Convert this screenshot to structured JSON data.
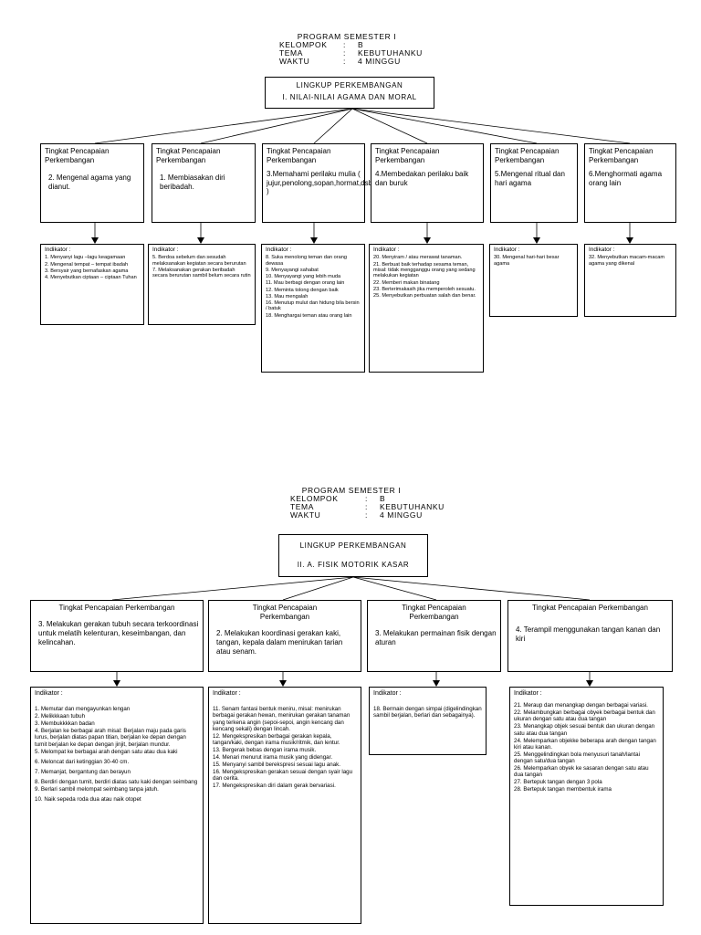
{
  "block1": {
    "header": {
      "title": "PROGRAM SEMESTER I",
      "rows": [
        {
          "label": "KELOMPOK",
          "sep": ":",
          "value": "B"
        },
        {
          "label": "TEMA",
          "sep": ":",
          "value": "KEBUTUHANKU"
        },
        {
          "label": "WAKTU",
          "sep": ":",
          "value": "4 MINGGU"
        }
      ]
    },
    "root": {
      "line1": "LINGKUP PERKEMBANGAN",
      "line2": "I.  NILAI-NILAI AGAMA DAN MORAL"
    },
    "columns": [
      {
        "heading": "Tingkat Pencapaian Perkembangan",
        "text": "2. Mengenal agama yang dianut.",
        "ind_label": "Indikator :",
        "items": [
          "1. Menyanyi lagu –lagu keagamaan",
          "2. Mengenal tempat – tempat ibadah",
          "3. Bersyair yang bernafaskan agama",
          "4. Menyebutkan ciptaan – ciptaan Tuhan"
        ]
      },
      {
        "heading": "Tingkat Pencapaian Perkembangan",
        "text": "1. Membiasakan diri beribadah.",
        "ind_label": "Indikator :",
        "items": [
          "5. Berdoa sebelum dan sesudah melaksanakan kegiatan secara berurutan",
          "7. Melaksanakan gerakan beribadah secara berurutan sambil belum secara rutin"
        ]
      },
      {
        "heading": "Tingkat Pencapaian Perkembangan",
        "text": "3.Memahami perilaku mulia ( jujur,penolong,sopan,hormat,dsb )",
        "ind_label": "Indikator :",
        "items": [
          "8. Suka menolong teman dan orang dewasa",
          "9. Menyayangi sahabat",
          "10. Menyayangi yang lebih muda",
          "11. Mau berbagi dengan orang lain",
          "12. Meminta tolong dengan baik",
          "13. Mau mengalah",
          "16. Menutup mulut dan hidung bila bersin / batuk",
          "18. Menghargai teman atau orang lain"
        ]
      },
      {
        "heading": "Tingkat Pencapaian Perkembangan",
        "text": "4.Membedakan perilaku baik dan buruk",
        "ind_label": "Indikator :",
        "items": [
          "20. Menyiram / atau merawat tanaman.",
          "21. Berbuat baik terhadap sesama teman, misal: tidak mengganggu orang yang sedang melakukan kegiatan",
          "22. Memberi makan binatang",
          "23. Berterimakasih jika memperoleh sesuatu.",
          "25. Menyebutkan perbuatan salah dan benar."
        ]
      },
      {
        "heading": "Tingkat Pencapaian Perkembangan",
        "text": "5.Mengenal ritual dan hari agama",
        "ind_label": "Indikator :",
        "items": [
          "30. Mengenal hari-hari besar agama"
        ]
      },
      {
        "heading": "Tingkat Pencapaian Perkembangan",
        "text": "6.Menghormati agama orang lain",
        "ind_label": "Indikator :",
        "items": [
          "32. Menyebutkan macam-macam agama yang dikenal"
        ]
      }
    ]
  },
  "block2": {
    "header": {
      "title": "PROGRAM SEMESTER I",
      "rows": [
        {
          "label": "KELOMPOK",
          "sep": ":",
          "value": "B"
        },
        {
          "label": "TEMA",
          "sep": ":",
          "value": "KEBUTUHANKU"
        },
        {
          "label": "WAKTU",
          "sep": ":",
          "value": "4 MINGGU"
        }
      ]
    },
    "root": {
      "line1": "LINGKUP PERKEMBANGAN",
      "line2": "II. A. FISIK MOTORIK KASAR"
    },
    "columns": [
      {
        "heading": "Tingkat Pencapaian Perkembangan",
        "text": "3. Melakukan gerakan tubuh secara terkoordinasi untuk melatih kelenturan, keseimbangan, dan kelincahan.",
        "ind_label": "Indikator :",
        "items": [
          "1. Memutar dan mengayunkan lengan",
          "2. Melikkkaan tubuh",
          "3. Membukkkkan badan",
          "4. Berjalan ke berbagai arah misal: Berjalan maju pada garis lurus, berjalan diatas papan titian, berjalan ke depan dengan tumit berjalan ke depan dengan jinjit, berjalan mundur.",
          "5. Melompat ke berbagai arah dengan satu atau dua kaki",
          "6. Meloncat dari ketinggian 30-40 cm.",
          "7. Memanjat, bergantung dan berayun",
          "8. Berdiri dengan tumit, berdiri diatas satu kaki dengan seimbang",
          "9. Berlari sambil melompat seimbang tanpa jatuh.",
          "10. Naik sepeda roda dua atau naik otopet"
        ]
      },
      {
        "heading": "Tingkat Pencapaian Perkembangan",
        "text": "2.  Melakukan koordinasi gerakan kaki, tangan, kepala dalam menirukan tarian atau senam.",
        "ind_label": "Indikator :",
        "items": [
          "11. Senam fantasi bentuk meniru, misal: menirukan berbagai gerakan hewan, menirukan gerakan tanaman yang terkena angin (sepoi-sepoi, angin kencang dan kencang sekali) dengan lincah.",
          "12. Mengekspresikan berbagai gerakan kepala, tangan/kaki, dengan irama musik/ritmik, dan lentur.",
          "13. Bergerak bebas dengan irama musik.",
          "14. Menari menurut irama musik yang didengar.",
          "15. Menyanyi sambil berekspresi sesuai lagu anak.",
          "16. Mengekspresikan gerakan sesuai dengan syair lagu dan cerita.",
          "17. Mengekspresikan diri dalam gerak bervariasi."
        ]
      },
      {
        "heading": "Tingkat Pencapaian Perkembangan",
        "text": "3.  Melakukan permainan fisik dengan aturan",
        "ind_label": "Indikator :",
        "items": [
          "18. Bermain dengan simpai (digelindingkan sambil berjalan, berlari dan sebagainya)."
        ]
      },
      {
        "heading": "Tingkat Pencapaian Perkembangan",
        "text": "4.   Terampil menggunakan tangan kanan dan kiri",
        "ind_label": "Indikator :",
        "items": [
          "21. Meraup dan menangkap dengan berbagai variasi.",
          "22. Melambungkan berbagai obyek berbagai bentuk dan ukuran dengan satu atau dua tangan",
          "23. Menangkap objek sesuai bentuk dan ukuran dengan satu atau dua tangan",
          "24. Melemparkan objekke beberapa arah dengan tangan kiri atau kanan.",
          "25. Menggelindingkan bola menyusuri tanah/lantai dengan satu/dua tangan",
          "26. Melemparkan obyek ke sasaran dengan satu atau dua tangan",
          "27. Bertepuk tangan dengan 3 pola",
          "28. Bertepuk tangan membentuk irama"
        ]
      }
    ]
  }
}
